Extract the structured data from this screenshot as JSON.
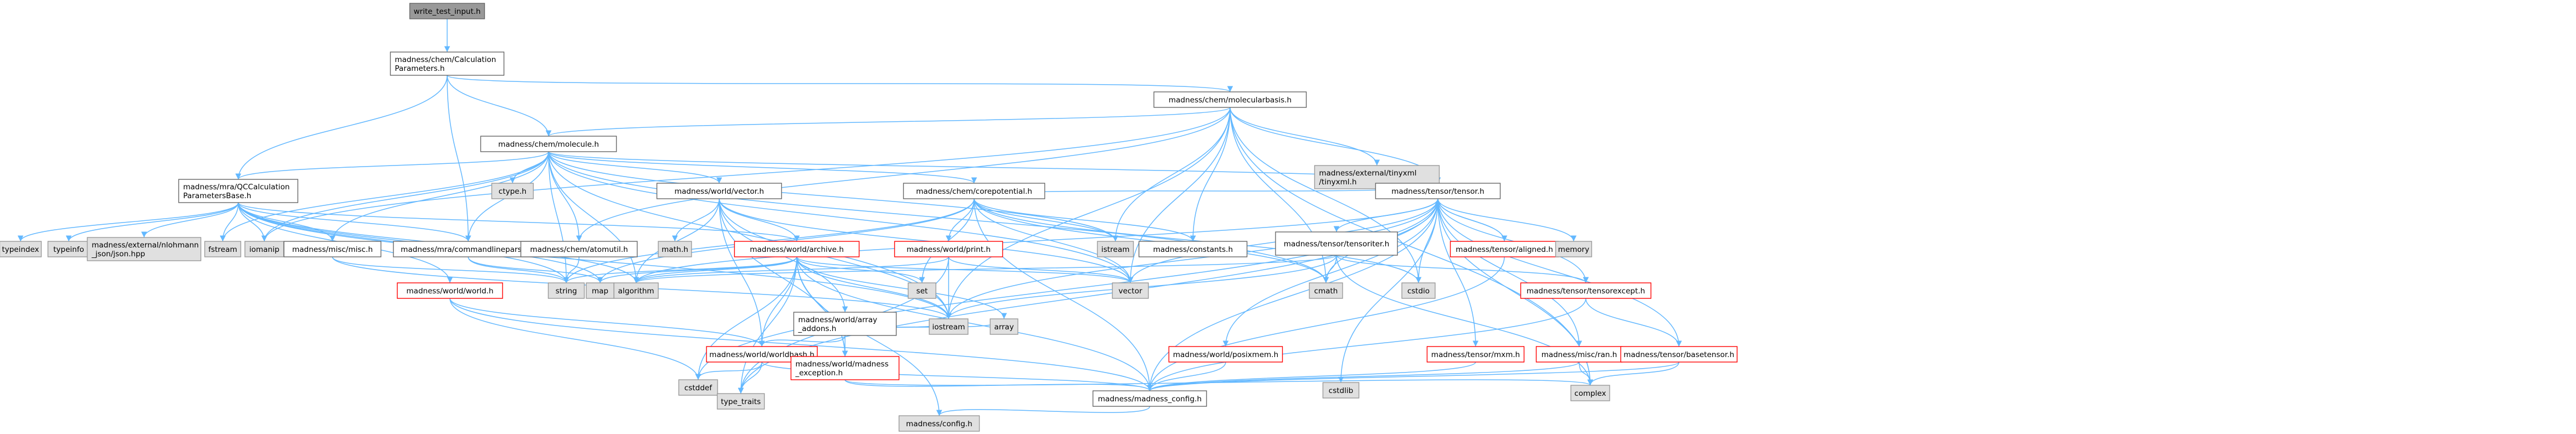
{
  "colors": {
    "edge": "#63b8ff",
    "root_fill": "#999999",
    "root_stroke": "#666666",
    "doc_fill": "#ffffff",
    "doc_stroke": "#666666",
    "red_stroke": "#ff0000",
    "ext_fill": "#e0e0e0",
    "ext_stroke": "#999999"
  },
  "diagram": {
    "nodes": [
      {
        "id": "root",
        "kind": "root",
        "label": [
          "write_test_input.h"
        ]
      },
      {
        "id": "calcparams",
        "kind": "doc",
        "label": [
          "madness/chem/Calculation",
          "Parameters.h"
        ]
      },
      {
        "id": "molbasis",
        "kind": "doc",
        "label": [
          "madness/chem/molecularbasis.h"
        ]
      },
      {
        "id": "molecule",
        "kind": "doc",
        "label": [
          "madness/chem/molecule.h"
        ]
      },
      {
        "id": "tinyxml",
        "kind": "ext",
        "label": [
          "madness/external/tinyxml",
          "/tinyxml.h"
        ]
      },
      {
        "id": "tensor",
        "kind": "doc",
        "label": [
          "madness/tensor/tensor.h"
        ]
      },
      {
        "id": "qcparams",
        "kind": "doc",
        "label": [
          "madness/mra/QCCalculation",
          "ParametersBase.h"
        ]
      },
      {
        "id": "ctype",
        "kind": "ext",
        "label": [
          "ctype.h"
        ]
      },
      {
        "id": "wvector",
        "kind": "doc",
        "label": [
          "madness/world/vector.h"
        ]
      },
      {
        "id": "corepot",
        "kind": "doc",
        "label": [
          "madness/chem/corepotential.h"
        ]
      },
      {
        "id": "typeindex",
        "kind": "ext",
        "label": [
          "typeindex"
        ]
      },
      {
        "id": "typeinfo",
        "kind": "ext",
        "label": [
          "typeinfo"
        ]
      },
      {
        "id": "nlohmann",
        "kind": "ext",
        "label": [
          "madness/external/nlohmann",
          "_json/json.hpp"
        ]
      },
      {
        "id": "fstream",
        "kind": "ext",
        "label": [
          "fstream"
        ]
      },
      {
        "id": "iomanip",
        "kind": "ext",
        "label": [
          "iomanip"
        ]
      },
      {
        "id": "misc",
        "kind": "doc",
        "label": [
          "madness/misc/misc.h"
        ]
      },
      {
        "id": "cmdparser",
        "kind": "doc",
        "label": [
          "madness/mra/commandlineparser.h"
        ]
      },
      {
        "id": "atomutil",
        "kind": "doc",
        "label": [
          "madness/chem/atomutil.h"
        ]
      },
      {
        "id": "math",
        "kind": "ext",
        "label": [
          "math.h"
        ]
      },
      {
        "id": "archive",
        "kind": "red",
        "label": [
          "madness/world/archive.h"
        ]
      },
      {
        "id": "print",
        "kind": "red",
        "label": [
          "madness/world/print.h"
        ]
      },
      {
        "id": "istream",
        "kind": "ext",
        "label": [
          "istream"
        ]
      },
      {
        "id": "constants",
        "kind": "doc",
        "label": [
          "madness/constants.h"
        ]
      },
      {
        "id": "tensoriter",
        "kind": "doc",
        "label": [
          "madness/tensor/tensoriter.h"
        ]
      },
      {
        "id": "aligned",
        "kind": "red",
        "label": [
          "madness/tensor/aligned.h"
        ]
      },
      {
        "id": "memory",
        "kind": "ext",
        "label": [
          "memory"
        ]
      },
      {
        "id": "world",
        "kind": "red",
        "label": [
          "madness/world/world.h"
        ]
      },
      {
        "id": "string",
        "kind": "ext",
        "label": [
          "string"
        ]
      },
      {
        "id": "map",
        "kind": "ext",
        "label": [
          "map"
        ]
      },
      {
        "id": "algorithm",
        "kind": "ext",
        "label": [
          "algorithm"
        ]
      },
      {
        "id": "set",
        "kind": "ext",
        "label": [
          "set"
        ]
      },
      {
        "id": "warrayaddons",
        "kind": "doc",
        "label": [
          "madness/world/array",
          "_addons.h"
        ]
      },
      {
        "id": "vector",
        "kind": "ext",
        "label": [
          "vector"
        ]
      },
      {
        "id": "cmath",
        "kind": "ext",
        "label": [
          "cmath"
        ]
      },
      {
        "id": "cstdio",
        "kind": "ext",
        "label": [
          "cstdio"
        ]
      },
      {
        "id": "tensorexcept",
        "kind": "red",
        "label": [
          "madness/tensor/tensorexcept.h"
        ]
      },
      {
        "id": "iostream",
        "kind": "ext",
        "label": [
          "iostream"
        ]
      },
      {
        "id": "array",
        "kind": "ext",
        "label": [
          "array"
        ]
      },
      {
        "id": "worldhash",
        "kind": "red",
        "label": [
          "madness/world/worldhash.h"
        ]
      },
      {
        "id": "madexcept",
        "kind": "red",
        "label": [
          "madness/world/madness",
          "_exception.h"
        ]
      },
      {
        "id": "posixmem",
        "kind": "red",
        "label": [
          "madness/world/posixmem.h"
        ]
      },
      {
        "id": "mxm",
        "kind": "red",
        "label": [
          "madness/tensor/mxm.h"
        ]
      },
      {
        "id": "ran",
        "kind": "red",
        "label": [
          "madness/misc/ran.h"
        ]
      },
      {
        "id": "basetensor",
        "kind": "red",
        "label": [
          "madness/tensor/basetensor.h"
        ]
      },
      {
        "id": "cstddef",
        "kind": "ext",
        "label": [
          "cstddef"
        ]
      },
      {
        "id": "typetraits",
        "kind": "ext",
        "label": [
          "type_traits"
        ]
      },
      {
        "id": "madconfig",
        "kind": "doc",
        "label": [
          "madness/madness_config.h"
        ]
      },
      {
        "id": "cstdlib",
        "kind": "ext",
        "label": [
          "cstdlib"
        ]
      },
      {
        "id": "complex",
        "kind": "ext",
        "label": [
          "complex"
        ]
      },
      {
        "id": "config",
        "kind": "ext",
        "label": [
          "madness/config.h"
        ]
      }
    ],
    "edges": [
      [
        "root",
        "calcparams"
      ],
      [
        "calcparams",
        "molbasis"
      ],
      [
        "calcparams",
        "molecule"
      ],
      [
        "calcparams",
        "qcparams"
      ],
      [
        "calcparams",
        "cmdparser"
      ],
      [
        "molbasis",
        "molecule"
      ],
      [
        "molbasis",
        "tinyxml"
      ],
      [
        "molbasis",
        "tensor"
      ],
      [
        "molbasis",
        "atomutil"
      ],
      [
        "molbasis",
        "constants"
      ],
      [
        "molbasis",
        "istream"
      ],
      [
        "molbasis",
        "iomanip"
      ],
      [
        "molbasis",
        "vector"
      ],
      [
        "molbasis",
        "cstdio"
      ],
      [
        "molbasis",
        "cmath"
      ],
      [
        "molbasis",
        "iostream"
      ],
      [
        "molbasis",
        "complex"
      ],
      [
        "molecule",
        "qcparams"
      ],
      [
        "molecule",
        "ctype"
      ],
      [
        "molecule",
        "wvector"
      ],
      [
        "molecule",
        "corepot"
      ],
      [
        "molecule",
        "atomutil"
      ],
      [
        "molecule",
        "tensor"
      ],
      [
        "molecule",
        "misc"
      ],
      [
        "molecule",
        "cmdparser"
      ],
      [
        "molecule",
        "fstream"
      ],
      [
        "molecule",
        "iomanip"
      ],
      [
        "molecule",
        "istream"
      ],
      [
        "molecule",
        "algorithm"
      ],
      [
        "molecule",
        "vector"
      ],
      [
        "molecule",
        "string"
      ],
      [
        "molecule",
        "cmath"
      ],
      [
        "molecule",
        "iostream"
      ],
      [
        "qcparams",
        "typeindex"
      ],
      [
        "qcparams",
        "typeinfo"
      ],
      [
        "qcparams",
        "nlohmann"
      ],
      [
        "qcparams",
        "fstream"
      ],
      [
        "qcparams",
        "iomanip"
      ],
      [
        "qcparams",
        "misc"
      ],
      [
        "qcparams",
        "cmdparser"
      ],
      [
        "qcparams",
        "archive"
      ],
      [
        "qcparams",
        "world"
      ],
      [
        "qcparams",
        "string"
      ],
      [
        "qcparams",
        "map"
      ],
      [
        "qcparams",
        "algorithm"
      ],
      [
        "qcparams",
        "iostream"
      ],
      [
        "wvector",
        "math"
      ],
      [
        "wvector",
        "archive"
      ],
      [
        "wvector",
        "warrayaddons"
      ],
      [
        "wvector",
        "madexcept"
      ],
      [
        "wvector",
        "worldhash"
      ],
      [
        "wvector",
        "vector"
      ],
      [
        "wvector",
        "algorithm"
      ],
      [
        "wvector",
        "iostream"
      ],
      [
        "corepot",
        "print"
      ],
      [
        "corepot",
        "constants"
      ],
      [
        "corepot",
        "istream"
      ],
      [
        "corepot",
        "vector"
      ],
      [
        "corepot",
        "string"
      ],
      [
        "corepot",
        "map"
      ],
      [
        "corepot",
        "set"
      ],
      [
        "corepot",
        "cstdio"
      ],
      [
        "corepot",
        "cmath"
      ],
      [
        "corepot",
        "madconfig"
      ],
      [
        "corepot",
        "tensor"
      ],
      [
        "misc",
        "string"
      ],
      [
        "misc",
        "iostream"
      ],
      [
        "cmdparser",
        "string"
      ],
      [
        "cmdparser",
        "map"
      ],
      [
        "atomutil",
        "string"
      ],
      [
        "archive",
        "string"
      ],
      [
        "archive",
        "map"
      ],
      [
        "archive",
        "set"
      ],
      [
        "archive",
        "vector"
      ],
      [
        "archive",
        "array"
      ],
      [
        "archive",
        "iostream"
      ],
      [
        "archive",
        "cstddef"
      ],
      [
        "archive",
        "typetraits"
      ],
      [
        "archive",
        "madexcept"
      ],
      [
        "archive",
        "worldhash"
      ],
      [
        "archive",
        "madconfig"
      ],
      [
        "archive",
        "config"
      ],
      [
        "archive",
        "algorithm"
      ],
      [
        "print",
        "vector"
      ],
      [
        "print",
        "iostream"
      ],
      [
        "print",
        "typetraits"
      ],
      [
        "print",
        "algorithm"
      ],
      [
        "world",
        "worldhash"
      ],
      [
        "world",
        "madconfig"
      ],
      [
        "world",
        "cstddef"
      ],
      [
        "warrayaddons",
        "array"
      ],
      [
        "warrayaddons",
        "madexcept"
      ],
      [
        "warrayaddons",
        "worldhash"
      ],
      [
        "warrayaddons",
        "iostream"
      ],
      [
        "worldhash",
        "madconfig"
      ],
      [
        "worldhash",
        "cstddef"
      ],
      [
        "worldhash",
        "typetraits"
      ],
      [
        "madexcept",
        "madconfig"
      ],
      [
        "madexcept",
        "complex"
      ],
      [
        "madconfig",
        "config"
      ],
      [
        "tensor",
        "tensoriter"
      ],
      [
        "tensor",
        "aligned"
      ],
      [
        "tensor",
        "memory"
      ],
      [
        "tensor",
        "tensorexcept"
      ],
      [
        "tensor",
        "posixmem"
      ],
      [
        "tensor",
        "mxm"
      ],
      [
        "tensor",
        "ran"
      ],
      [
        "tensor",
        "basetensor"
      ],
      [
        "tensor",
        "madconfig"
      ],
      [
        "tensor",
        "vector"
      ],
      [
        "tensor",
        "cmath"
      ],
      [
        "tensor",
        "complex"
      ],
      [
        "tensor",
        "cstdio"
      ],
      [
        "tensor",
        "cstdlib"
      ],
      [
        "tensor",
        "iostream"
      ],
      [
        "tensor",
        "cstddef"
      ],
      [
        "tensor",
        "typetraits"
      ],
      [
        "tensor",
        "algorithm"
      ],
      [
        "tensoriter",
        "tensorexcept"
      ],
      [
        "tensoriter",
        "cmath"
      ],
      [
        "tensoriter",
        "complex"
      ],
      [
        "tensoriter",
        "iostream"
      ],
      [
        "tensoriter",
        "algorithm"
      ],
      [
        "aligned",
        "madconfig"
      ],
      [
        "aligned",
        "tensor"
      ],
      [
        "tensorexcept",
        "basetensor"
      ],
      [
        "tensorexcept",
        "madconfig"
      ],
      [
        "basetensor",
        "madconfig"
      ],
      [
        "basetensor",
        "complex"
      ],
      [
        "posixmem",
        "madconfig"
      ],
      [
        "mxm",
        "madconfig"
      ],
      [
        "ran",
        "madconfig"
      ],
      [
        "ran",
        "complex"
      ]
    ]
  }
}
